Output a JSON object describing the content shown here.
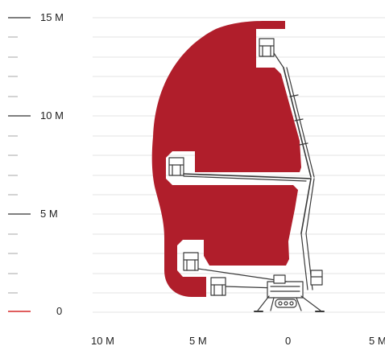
{
  "vertical_scale": {
    "labels": [
      "15 M",
      "10 M",
      "5 M",
      "0"
    ],
    "zero_tick_color": "#d62828"
  },
  "horizontal_scale": {
    "labels": [
      "10 M",
      "5 M",
      "0",
      "5 M"
    ]
  },
  "working_envelope": {
    "fill_color": "#b01e2b"
  },
  "machine": {
    "icon": "spider-lift-icon",
    "basket_positions": 4
  }
}
